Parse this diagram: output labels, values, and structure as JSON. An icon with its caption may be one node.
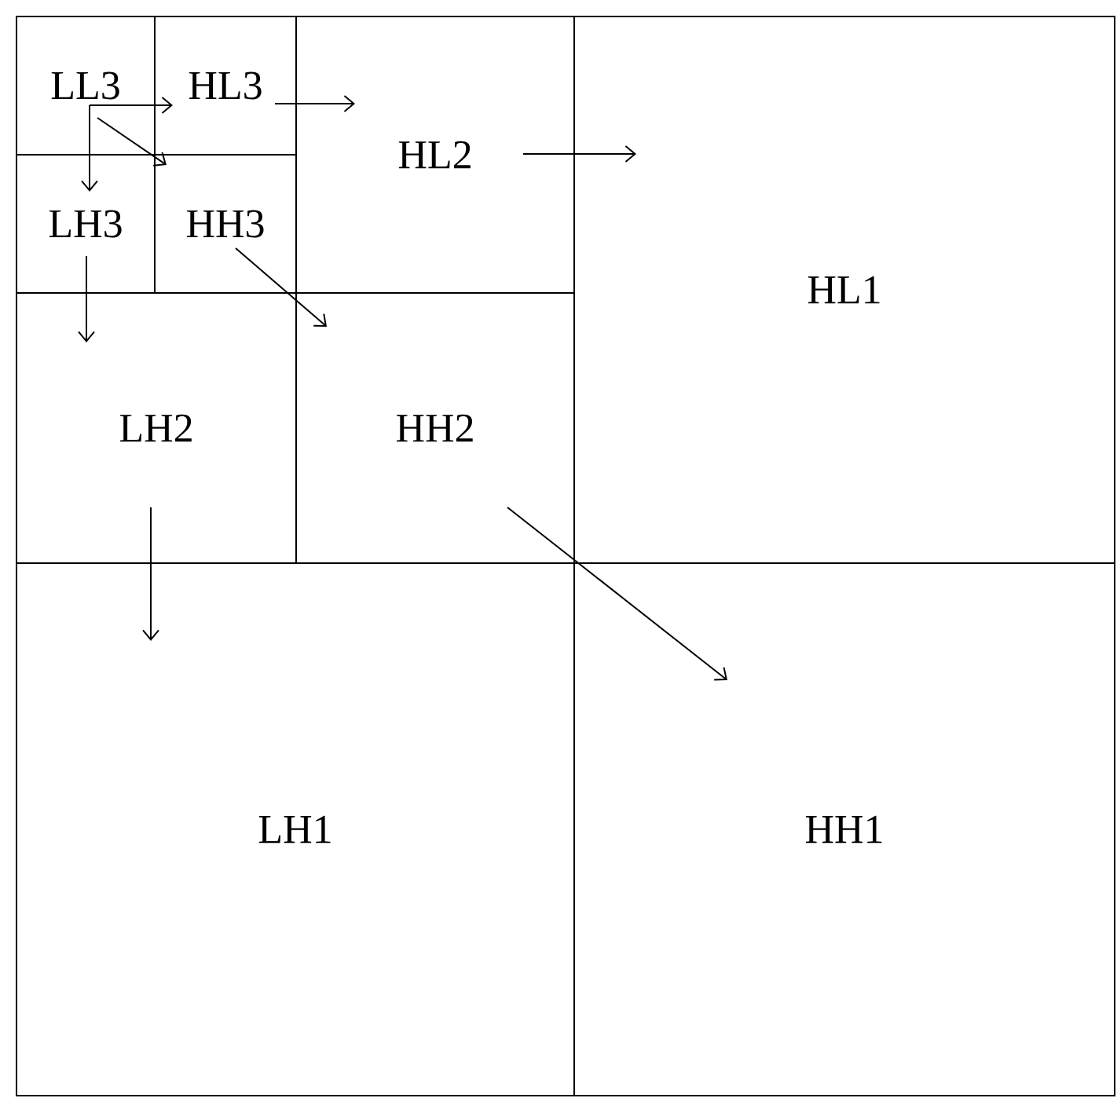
{
  "diagram": {
    "nodes": [
      {
        "text": [
          "LL3"
        ]
      },
      {
        "text": [
          "HL3"
        ]
      },
      {
        "text": [
          "LH3"
        ]
      },
      {
        "text": [
          "HH3"
        ]
      },
      {
        "text": [
          "HL2"
        ]
      },
      {
        "text": [
          "LH2"
        ]
      },
      {
        "text": [
          "HH2"
        ]
      },
      {
        "text": [
          "HL1"
        ]
      },
      {
        "text": [
          "LH1"
        ]
      },
      {
        "text": [
          "HH1"
        ]
      }
    ],
    "edges": [
      {
        "from": 0,
        "to": 1,
        "arrow": "to"
      },
      {
        "from": 0,
        "to": 2,
        "arrow": "to"
      },
      {
        "from": 0,
        "to": 3,
        "arrow": "to"
      },
      {
        "from": 1,
        "to": 4,
        "arrow": "to"
      },
      {
        "from": 2,
        "to": 5,
        "arrow": "to"
      },
      {
        "from": 3,
        "to": 6,
        "arrow": "to"
      },
      {
        "from": 4,
        "to": 7,
        "arrow": "to"
      },
      {
        "from": 5,
        "to": 8,
        "arrow": "to"
      },
      {
        "from": 6,
        "to": 9,
        "arrow": "to"
      }
    ]
  }
}
